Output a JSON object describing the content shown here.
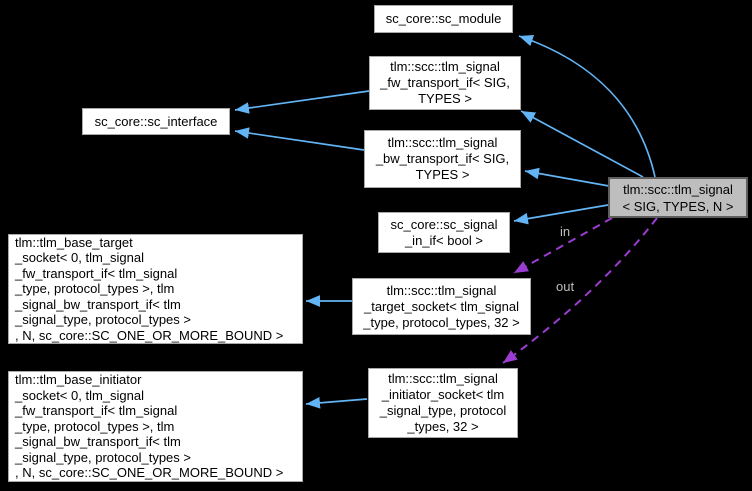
{
  "diagram": {
    "type": "class-collaboration-diagram",
    "background_color": "#000000",
    "colors": {
      "inheritance_edge": "#63b4f4",
      "usage_edge": "#9b3dd1",
      "node_fill": "#ffffff",
      "node_border": "#a9a9a9",
      "highlight_fill": "#bebebe",
      "highlight_border": "#5e5e5e",
      "edge_label_text": "#bdbdbd"
    },
    "nodes": {
      "sc_module": {
        "label": "sc_core::sc_module"
      },
      "fw_transport_if": {
        "label": "tlm::scc::tlm_signal\n_fw_transport_if< SIG,\nTYPES >"
      },
      "sc_interface": {
        "label": "sc_core::sc_interface"
      },
      "bw_transport_if": {
        "label": "tlm::scc::tlm_signal\n_bw_transport_if< SIG,\nTYPES >"
      },
      "sc_signal_in_if": {
        "label": "sc_core::sc_signal\n_in_if< bool >"
      },
      "tlm_signal_main": {
        "label": "tlm::scc::tlm_signal\n< SIG, TYPES, N >",
        "highlighted": true
      },
      "base_target_socket": {
        "label": "tlm::tlm_base_target\n_socket< 0, tlm_signal\n_fw_transport_if< tlm_signal\n_type, protocol_types >, tlm\n_signal_bw_transport_if< tlm\n_signal_type, protocol_types >\n, N, sc_core::SC_ONE_OR_MORE_BOUND >"
      },
      "target_socket": {
        "label": "tlm::scc::tlm_signal\n_target_socket< tlm_signal\n_type, protocol_types, 32 >"
      },
      "base_initiator_socket": {
        "label": "tlm::tlm_base_initiator\n_socket< 0, tlm_signal\n_fw_transport_if< tlm_signal\n_type, protocol_types >, tlm\n_signal_bw_transport_if< tlm\n_signal_type, protocol_types >\n, N, sc_core::SC_ONE_OR_MORE_BOUND >"
      },
      "initiator_socket": {
        "label": "tlm::scc::tlm_signal\n_initiator_socket< tlm\n_signal_type, protocol\n_types, 32 >"
      }
    },
    "edge_labels": {
      "in": "in",
      "out": "out"
    }
  }
}
